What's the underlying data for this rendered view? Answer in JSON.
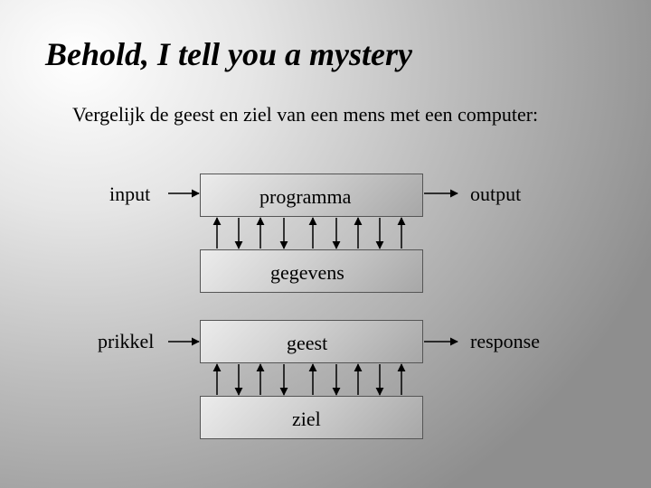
{
  "slide": {
    "title": "Behold, I tell you a mystery",
    "subtitle": "Vergelijk de geest en ziel van een mens  met een computer:"
  },
  "diagram": {
    "computer": {
      "input": "input",
      "process": "programma",
      "output": "output",
      "storage": "gegevens"
    },
    "human": {
      "input": "prikkel",
      "process": "geest",
      "output": "response",
      "storage": "ziel"
    }
  }
}
